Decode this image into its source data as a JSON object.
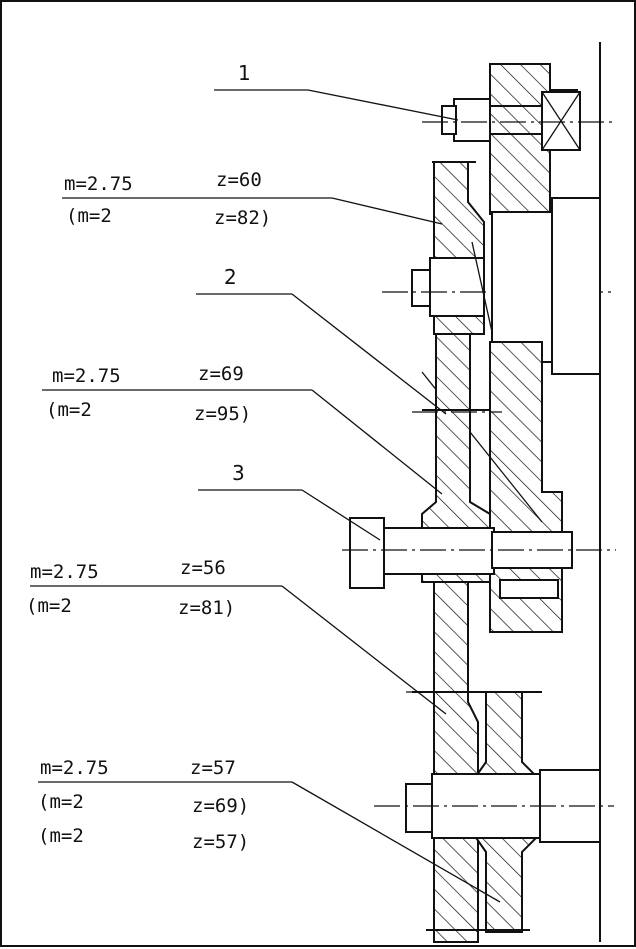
{
  "callouts": [
    {
      "number": "1"
    },
    {
      "number": "2"
    },
    {
      "number": "3"
    }
  ],
  "gear_specs": [
    {
      "main_m": "m=2.75",
      "main_z": "z=60",
      "alt1_m": "(m=2",
      "alt1_z": "z=82)"
    },
    {
      "main_m": "m=2.75",
      "main_z": "z=69",
      "alt1_m": "(m=2",
      "alt1_z": "z=95)"
    },
    {
      "main_m": "m=2.75",
      "main_z": "z=56",
      "alt1_m": "(m=2",
      "alt1_z": "z=81)"
    },
    {
      "main_m": "m=2.75",
      "main_z": "z=57",
      "alt1_m": "(m=2",
      "alt1_z": "z=69)",
      "alt2_m": "(m=2",
      "alt2_z": "z=57)"
    }
  ]
}
